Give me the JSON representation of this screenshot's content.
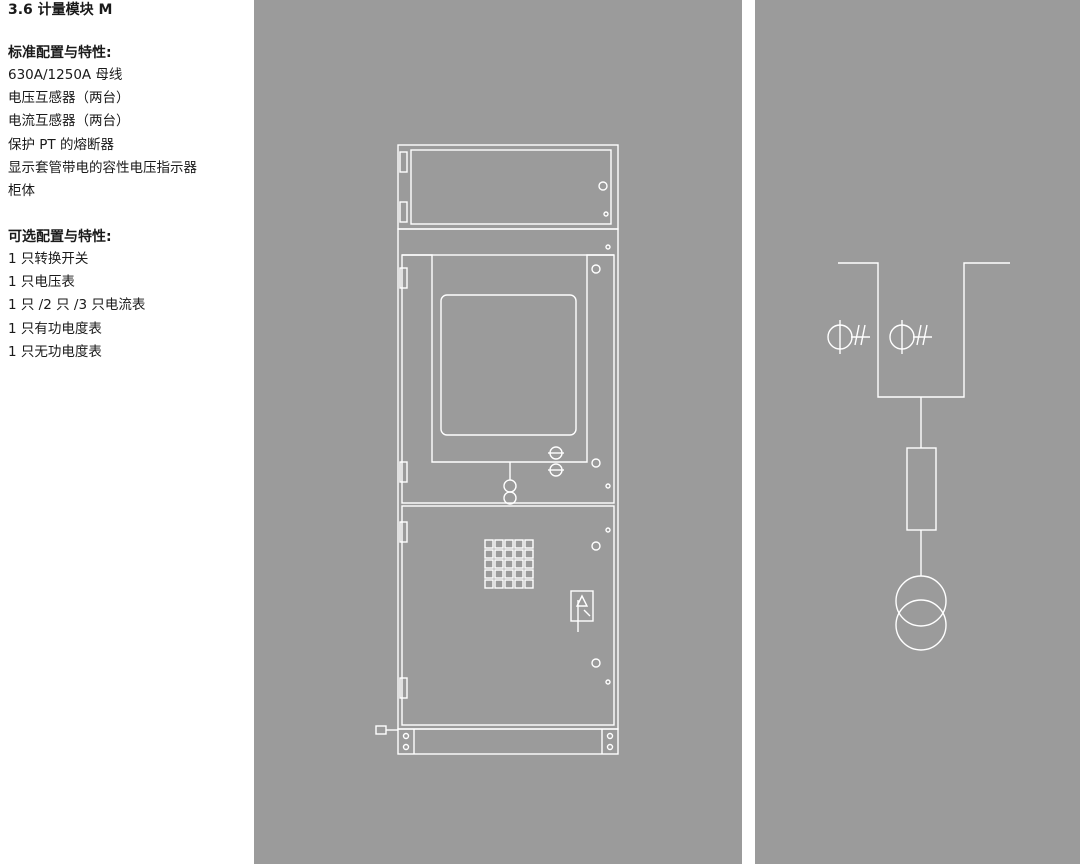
{
  "title": "3.6 计量模块 M",
  "standard": {
    "heading": "标准配置与特性:",
    "items": [
      "630A/1250A 母线",
      "电压互感器（两台）",
      "电流互感器（两台）",
      "保护 PT 的熔断器",
      "显示套管带电的容性电压指示器",
      "柜体"
    ]
  },
  "optional": {
    "heading": "可选配置与特性:",
    "items": [
      "1 只转换开关",
      "1 只电压表",
      "1 只 /2 只 /3 只电流表",
      "1 只有功电度表",
      "1 只无功电度表"
    ]
  },
  "colors": {
    "panel": "#9b9b9b",
    "line_art": "#ffffff",
    "text": "#1a1a1a"
  }
}
